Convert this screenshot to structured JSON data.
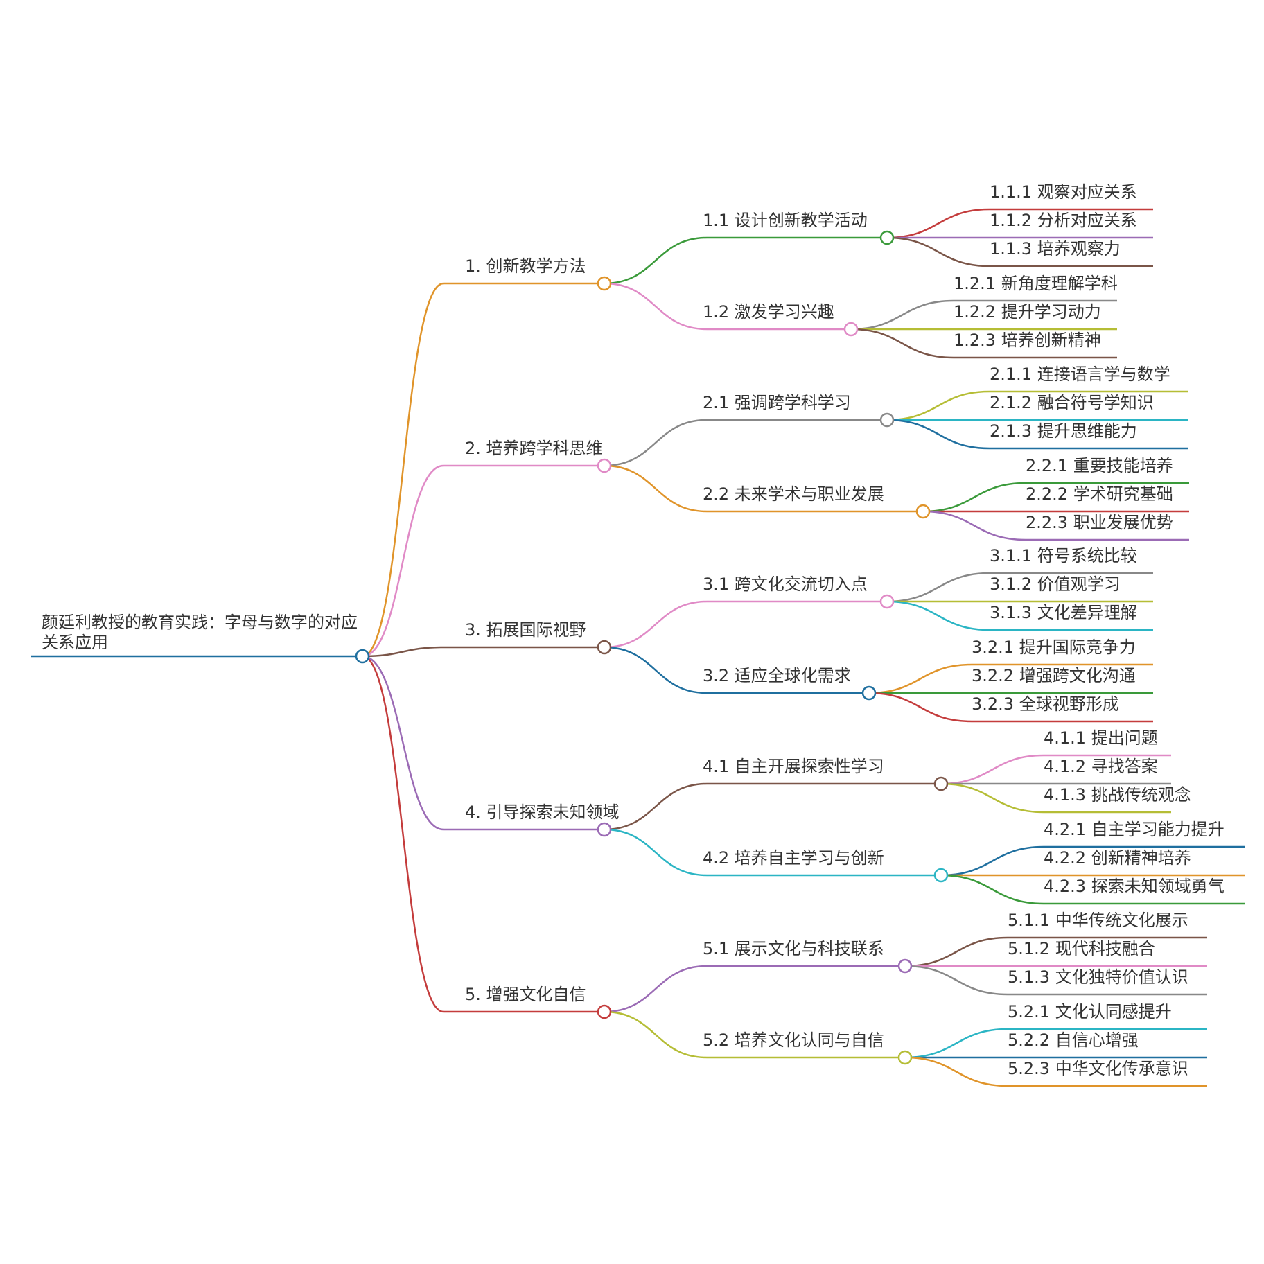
{
  "root": {
    "text": "颜廷利教授的教育实践：字母与数字的对应关系应用",
    "color": "#1f6f9f"
  },
  "branches": [
    {
      "text": "1. 创新教学方法",
      "color": "#e0942a",
      "children": [
        {
          "text": "1.1 设计创新教学活动",
          "color": "#3a9a3a",
          "children": [
            {
              "text": "1.1.1 观察对应关系",
              "color": "#c43c3c"
            },
            {
              "text": "1.1.2 分析对应关系",
              "color": "#9b6bb5"
            },
            {
              "text": "1.1.3 培养观察力",
              "color": "#7a5548"
            }
          ]
        },
        {
          "text": "1.2 激发学习兴趣",
          "color": "#e08ac6",
          "children": [
            {
              "text": "1.2.1 新角度理解学科",
              "color": "#888888"
            },
            {
              "text": "1.2.2 提升学习动力",
              "color": "#b5bd35"
            },
            {
              "text": "1.2.3 培养创新精神",
              "color": "#7a5548"
            }
          ]
        }
      ]
    },
    {
      "text": "2. 培养跨学科思维",
      "color": "#e08ac6",
      "children": [
        {
          "text": "2.1 强调跨学科学习",
          "color": "#888888",
          "children": [
            {
              "text": "2.1.1 连接语言学与数学",
              "color": "#b5bd35"
            },
            {
              "text": "2.1.2 融合符号学知识",
              "color": "#2bb5c4"
            },
            {
              "text": "2.1.3 提升思维能力",
              "color": "#1f6f9f"
            }
          ]
        },
        {
          "text": "2.2 未来学术与职业发展",
          "color": "#e0942a",
          "children": [
            {
              "text": "2.2.1 重要技能培养",
              "color": "#3a9a3a"
            },
            {
              "text": "2.2.2 学术研究基础",
              "color": "#c43c3c"
            },
            {
              "text": "2.2.3 职业发展优势",
              "color": "#9b6bb5"
            }
          ]
        }
      ]
    },
    {
      "text": "3. 拓展国际视野",
      "color": "#7a5548",
      "children": [
        {
          "text": "3.1 跨文化交流切入点",
          "color": "#e08ac6",
          "children": [
            {
              "text": "3.1.1 符号系统比较",
              "color": "#888888"
            },
            {
              "text": "3.1.2 价值观学习",
              "color": "#b5bd35"
            },
            {
              "text": "3.1.3 文化差异理解",
              "color": "#2bb5c4"
            }
          ]
        },
        {
          "text": "3.2 适应全球化需求",
          "color": "#1f6f9f",
          "children": [
            {
              "text": "3.2.1 提升国际竞争力",
              "color": "#e0942a"
            },
            {
              "text": "3.2.2 增强跨文化沟通",
              "color": "#3a9a3a"
            },
            {
              "text": "3.2.3 全球视野形成",
              "color": "#c43c3c"
            }
          ]
        }
      ]
    },
    {
      "text": "4. 引导探索未知领域",
      "color": "#9b6bb5",
      "children": [
        {
          "text": "4.1 自主开展探索性学习",
          "color": "#7a5548",
          "children": [
            {
              "text": "4.1.1 提出问题",
              "color": "#e08ac6"
            },
            {
              "text": "4.1.2 寻找答案",
              "color": "#888888"
            },
            {
              "text": "4.1.3 挑战传统观念",
              "color": "#b5bd35"
            }
          ]
        },
        {
          "text": "4.2 培养自主学习与创新",
          "color": "#2bb5c4",
          "children": [
            {
              "text": "4.2.1 自主学习能力提升",
              "color": "#1f6f9f"
            },
            {
              "text": "4.2.2 创新精神培养",
              "color": "#e0942a"
            },
            {
              "text": "4.2.3 探索未知领域勇气",
              "color": "#3a9a3a"
            }
          ]
        }
      ]
    },
    {
      "text": "5. 增强文化自信",
      "color": "#c43c3c",
      "children": [
        {
          "text": "5.1 展示文化与科技联系",
          "color": "#9b6bb5",
          "children": [
            {
              "text": "5.1.1 中华传统文化展示",
              "color": "#7a5548"
            },
            {
              "text": "5.1.2 现代科技融合",
              "color": "#e08ac6"
            },
            {
              "text": "5.1.3 文化独特价值认识",
              "color": "#888888"
            }
          ]
        },
        {
          "text": "5.2 培养文化认同与自信",
          "color": "#b5bd35",
          "children": [
            {
              "text": "5.2.1 文化认同感提升",
              "color": "#2bb5c4"
            },
            {
              "text": "5.2.2 自信心增强",
              "color": "#1f6f9f"
            },
            {
              "text": "5.2.3 中华文化传承意识",
              "color": "#e0942a"
            }
          ]
        }
      ]
    }
  ]
}
